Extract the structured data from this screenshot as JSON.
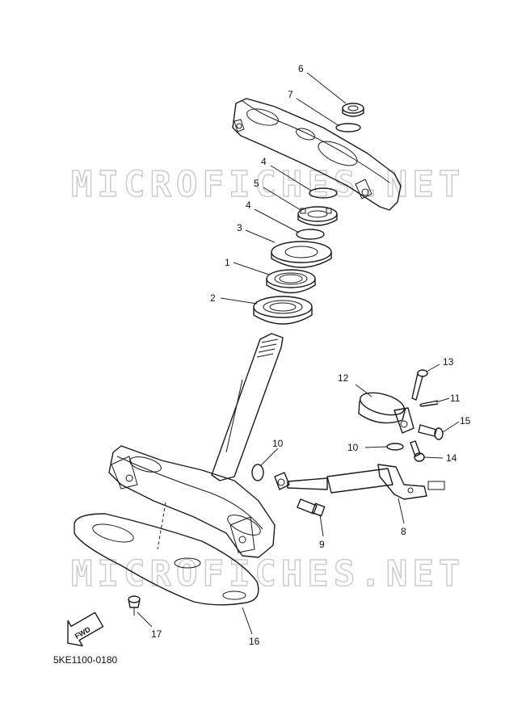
{
  "watermark": "MICROFICHES.NET",
  "diagram_code": "5KE1100-0180",
  "direction_label": "FWD",
  "callouts": {
    "c1": "1",
    "c2": "2",
    "c3": "3",
    "c4a": "4",
    "c4b": "4",
    "c5": "5",
    "c6": "6",
    "c7": "7",
    "c8": "8",
    "c9": "9",
    "c10a": "10",
    "c10b": "10",
    "c11": "11",
    "c12": "12",
    "c13": "13",
    "c14": "14",
    "c15": "15",
    "c16": "16",
    "c17": "17"
  }
}
